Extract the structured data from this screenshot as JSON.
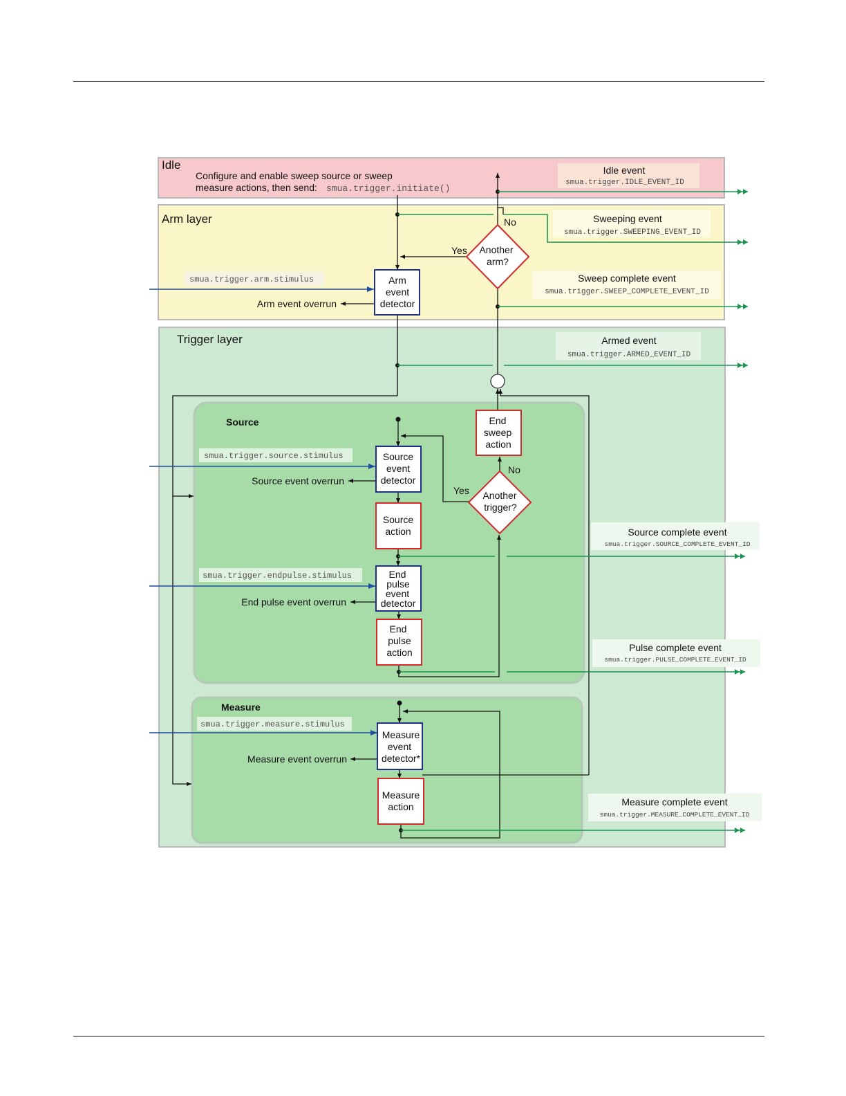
{
  "idle": {
    "title": "Idle",
    "desc_line1": "Configure and enable sweep source or sweep",
    "desc_line2": "measure actions, then send:",
    "command": "smua.trigger.initiate()"
  },
  "arm": {
    "title": "Arm layer",
    "stimulus": "smua.trigger.arm.stimulus",
    "overrun": "Arm event overrun",
    "detector": [
      "Arm",
      "event",
      "detector"
    ],
    "decision": [
      "Another",
      "arm?"
    ],
    "yes": "Yes",
    "no": "No"
  },
  "trigger": {
    "title": "Trigger layer"
  },
  "source": {
    "title": "Source",
    "stimulus": "smua.trigger.source.stimulus",
    "overrun": "Source event overrun",
    "detector": [
      "Source",
      "event",
      "detector"
    ],
    "action": [
      "Source",
      "action"
    ],
    "endpulse_stimulus": "smua.trigger.endpulse.stimulus",
    "endpulse_overrun": "End pulse event overrun",
    "endpulse_detector": [
      "End",
      "pulse",
      "event",
      "detector"
    ],
    "endpulse_action": [
      "End",
      "pulse",
      "action"
    ],
    "end_sweep_action": [
      "End",
      "sweep",
      "action"
    ],
    "decision": [
      "Another",
      "trigger?"
    ],
    "yes": "Yes",
    "no": "No"
  },
  "measure": {
    "title": "Measure",
    "stimulus": "smua.trigger.measure.stimulus",
    "overrun": "Measure event overrun",
    "detector": [
      "Measure",
      "event",
      "detector*"
    ],
    "action": [
      "Measure",
      "action"
    ]
  },
  "events": {
    "idle": {
      "name": "Idle event",
      "id": "smua.trigger.IDLE_EVENT_ID"
    },
    "sweeping": {
      "name": "Sweeping event",
      "id": "smua.trigger.SWEEPING_EVENT_ID"
    },
    "sweep_complete": {
      "name": "Sweep complete event",
      "id": "smua.trigger.SWEEP_COMPLETE_EVENT_ID"
    },
    "armed": {
      "name": "Armed event",
      "id": "smua.trigger.ARMED_EVENT_ID"
    },
    "source_complete": {
      "name": "Source complete event",
      "id": "smua.trigger.SOURCE_COMPLETE_EVENT_ID"
    },
    "pulse_complete": {
      "name": "Pulse complete event",
      "id": "smua.trigger.PULSE_COMPLETE_EVENT_ID"
    },
    "measure_complete": {
      "name": "Measure complete event",
      "id": "smua.trigger.MEASURE_COMPLETE_EVENT_ID"
    }
  },
  "colors": {
    "idle_bg": "#f7c8cc",
    "arm_bg": "#fbf6c8",
    "trigger_bg": "#cde9d2",
    "inner_bg": "#a7dca9",
    "detector_border": "#1f2f8a",
    "action_border": "#d12a2a",
    "event_line": "#1a9650",
    "stimulus_line": "#1f4fa0"
  }
}
